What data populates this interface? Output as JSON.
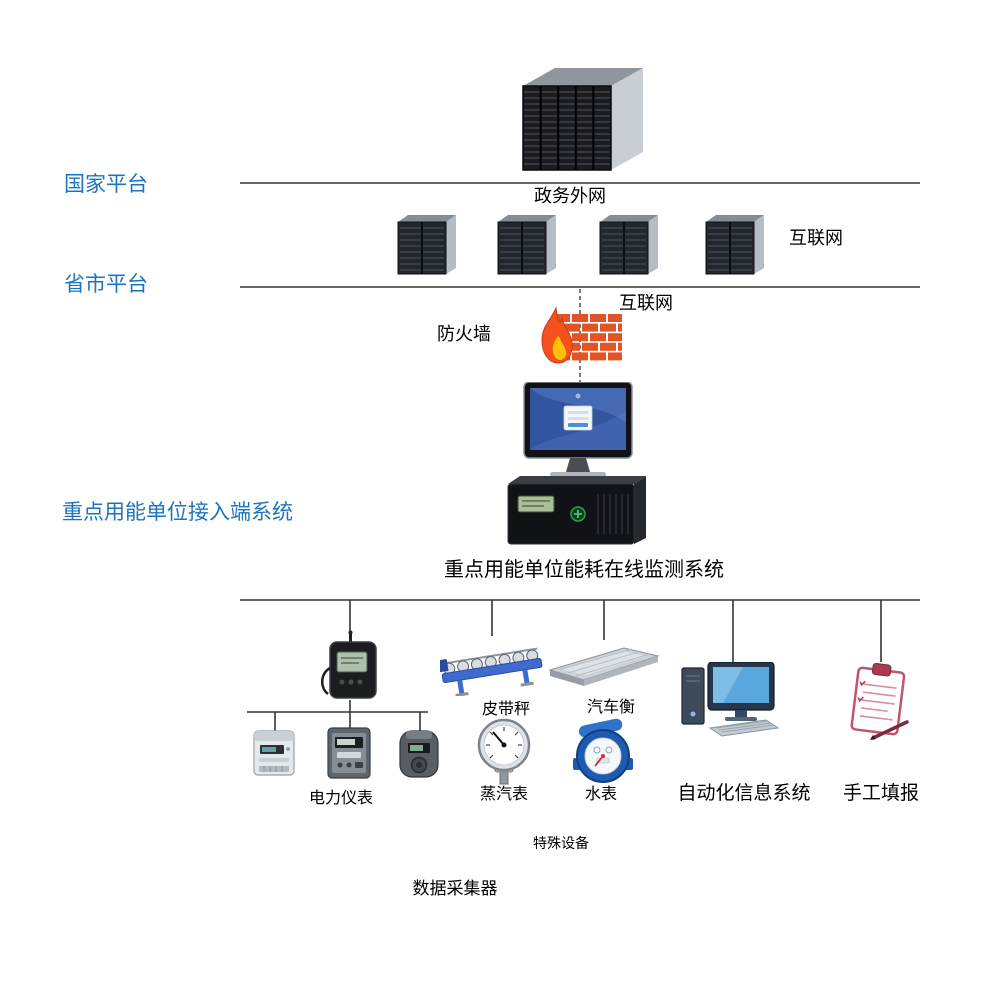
{
  "diagram": {
    "platform_labels": {
      "national": "国家平台",
      "provincial": "省市平台",
      "enterprise_access": "重点用能单位接入端系统"
    },
    "network_labels": {
      "gov_external": "政务外网",
      "internet_upper": "互联网",
      "internet_lower": "互联网",
      "firewall": "防火墙"
    },
    "system_labels": {
      "monitoring_system": "重点用能单位能耗在线监测系统",
      "data_collector": "数据采集器",
      "special_equipment": "特殊设备"
    },
    "device_labels": {
      "belt_scale": "皮带秤",
      "truck_scale": "汽车衡",
      "power_meter": "电力仪表",
      "steam_meter": "蒸汽表",
      "water_meter": "水表",
      "automation_system": "自动化信息系统",
      "manual_report": "手工填报"
    },
    "icon_names": {
      "top_rack": "server-rack-cluster-icon",
      "tower_row": "server-tower-row-icon",
      "firewall": "firewall-icon",
      "monitor_server": "monitor-and-server-icon",
      "collector": "data-collector-device-icon",
      "belt_scale": "belt-scale-icon",
      "truck_scale": "truck-scale-icon",
      "meters": "power-meter-icons",
      "steam": "steam-gauge-icon",
      "water": "water-meter-icon",
      "computer": "automation-computer-icon",
      "clipboard": "manual-report-clipboard-icon"
    },
    "colors": {
      "platform_text_blue": "#1e73be",
      "flame_orange": "#f4511e",
      "flame_inner_yellow": "#ffc107",
      "brick_red": "#e25426",
      "belt_blue": "#3f6ad0",
      "water_meter_blue": "#1d5ab0",
      "connector_line": "#333333"
    }
  }
}
